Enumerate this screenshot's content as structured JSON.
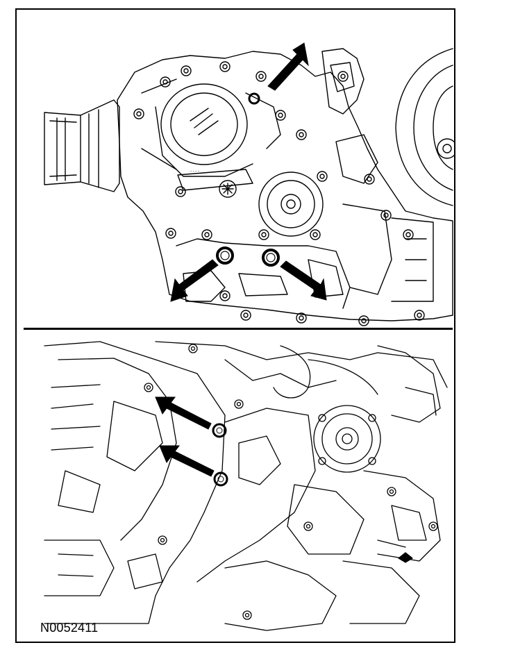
{
  "figure": {
    "id_label": "N0052411"
  },
  "callouts": {
    "top_panel_arrow_count": 3,
    "bottom_panel_arrow_count": 2
  },
  "colors": {
    "line": "#000000",
    "background": "#ffffff"
  }
}
